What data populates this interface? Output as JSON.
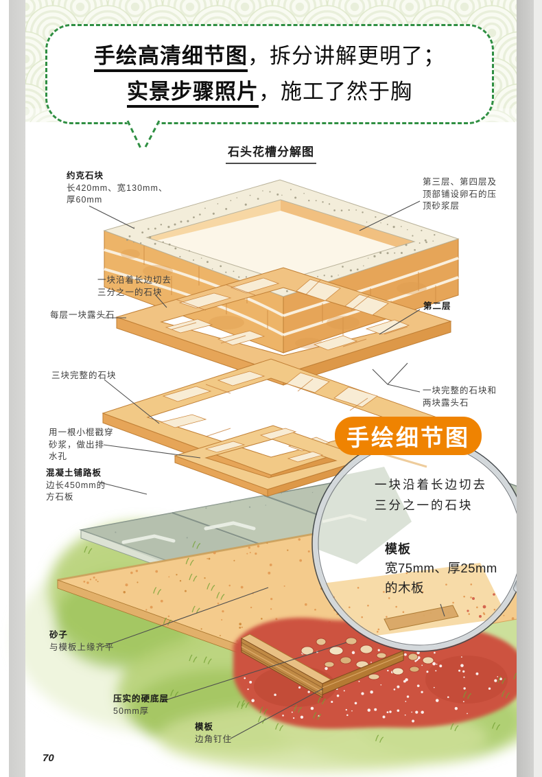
{
  "page": {
    "number": "70"
  },
  "banner": {
    "line1_emphasis": "手绘高清细节图",
    "line1_rest": "，拆分讲解更明了；",
    "line2_emphasis": "实景步骤照片",
    "line2_rest": "，施工了然于胸"
  },
  "diagram": {
    "title": "石头花槽分解图",
    "labels": {
      "york": {
        "head": "约克石块",
        "body": "长420mm、宽130mm、\n厚60mm"
      },
      "top_mortar": {
        "body": "第三层、第四层及\n顶部铺设卵石的压\n顶砂浆层"
      },
      "cut_block": {
        "body": "一块沿着长边切去\n三分之一的石块"
      },
      "header_stone": {
        "body": "每层一块露头石"
      },
      "second_layer": {
        "head": "第二层"
      },
      "full_and_headers": {
        "body": "一块完整的石块和\n两块露头石"
      },
      "three_blocks": {
        "body": "三块完整的石块"
      },
      "drain": {
        "body": "用一根小棍戳穿\n砂浆，做出排\n水孔"
      },
      "paver": {
        "head": "混凝土铺路板",
        "body": "边长450mm的\n方石板"
      },
      "sand": {
        "head": "砂子",
        "body": "与模板上缘齐平"
      },
      "hardcore": {
        "head": "压实的硬底层",
        "body": "50mm厚"
      },
      "formwork": {
        "head": "模板",
        "body": "边角钉住"
      }
    }
  },
  "callout": {
    "badge": "手绘细节图",
    "magnifier": {
      "line1": "一块沿着长边切去",
      "line2": "三分之一的石块",
      "head": "模板",
      "body1": "宽75mm、厚25mm",
      "body2": "的木板"
    }
  },
  "colors": {
    "accent_orange": "#ef8301",
    "bubble_border": "#2f8f42",
    "pattern_green": "#e9efdb",
    "stone_tan": "#f0b96d",
    "mortar_cream": "#f3edda",
    "paver_green": "#b9c3b1",
    "sand": "#f4cb8c",
    "grass_green": "#a9c762",
    "hardcore_red": "#cd5340"
  }
}
